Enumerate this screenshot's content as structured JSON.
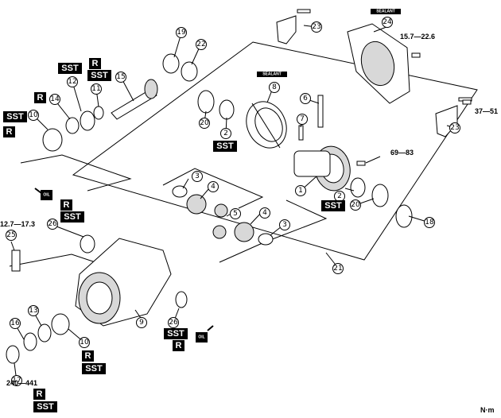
{
  "callouts": {
    "p1": "1",
    "p2a": "2",
    "p2b": "2",
    "p3a": "3",
    "p3b": "3",
    "p4a": "4",
    "p4b": "4",
    "p5": "5",
    "p6": "6",
    "p7": "7",
    "p8": "8",
    "p9": "9",
    "p10a": "10",
    "p10b": "10",
    "p11": "11",
    "p12": "12",
    "p13": "13",
    "p14": "14",
    "p15": "15",
    "p16": "16",
    "p17": "17",
    "p18": "18",
    "p19": "19",
    "p20a": "20",
    "p20b": "20",
    "p21": "21",
    "p22": "22",
    "p23a": "23",
    "p23b": "23",
    "p24": "24",
    "p25": "25",
    "p26a": "26",
    "p26b": "26"
  },
  "torque": {
    "t_cover_bolt": "15.7—22.6",
    "t_bearing_cap": "37—51",
    "t_ring_gear": "69—83",
    "t_sensor": "12.7—17.3",
    "t_pinion_nut": "240—441"
  },
  "badges": {
    "sst": "SST",
    "r": "R",
    "sealant": "SEALANT",
    "oil": "OIL"
  },
  "unit": "N·m"
}
